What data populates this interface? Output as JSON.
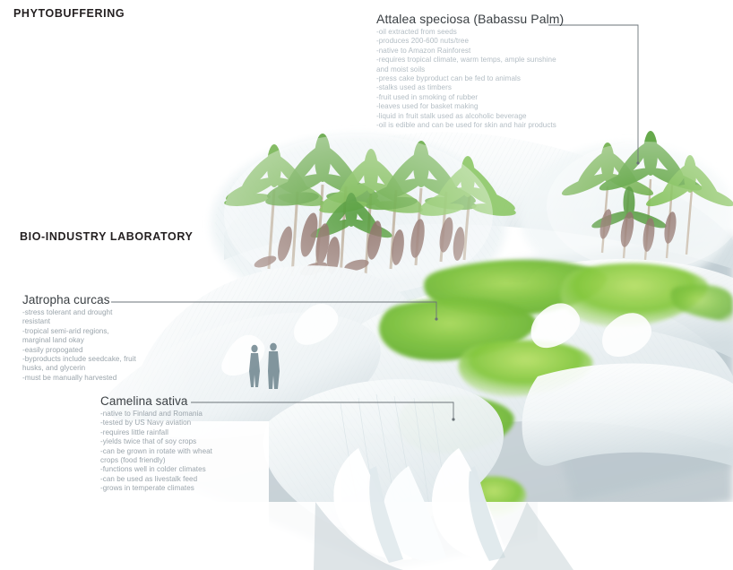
{
  "document": {
    "header_title": "PHYTOBUFFERING",
    "project_label": "BIO-INDUSTRY LABORATORY"
  },
  "callouts": [
    {
      "id": "attalea",
      "species": "Attalea speciosa (Babassu Palm)",
      "facts": [
        "-oil extracted from seeds",
        "-produces 200-600 nuts/tree",
        "-native to Amazon Rainforest",
        "-requires tropical climate, warm temps, ample sunshine",
        "and moist soils",
        "-press cake byproduct can be fed to animals",
        "-stalks used as timbers",
        "-fruit used in smoking of rubber",
        "-leaves used for basket making",
        "-liquid in fruit stalk used as alcoholic beverage",
        "-oil is edible and can be used for skin and hair products"
      ]
    },
    {
      "id": "jatropha",
      "species": "Jatropha curcas",
      "facts": [
        "-stress tolerant and drought",
        "resistant",
        "-tropical semi-arid regions,",
        "marginal land okay",
        "-easily propogated",
        "-byproducts include seedcake, fruit",
        "husks, and glycerin",
        "-must be manually harvested"
      ]
    },
    {
      "id": "camelina",
      "species": "Camelina sativa",
      "facts": [
        "-native to Finland and Romania",
        "-tested by US Navy aviation",
        "-requires little rainfall",
        "-yields twice that of soy crops",
        "-can be grown in rotate with wheat",
        "crops (food friendly)",
        "-functions well in colder climates",
        "-can be used as livestalk feed",
        "-grows in temperate climates"
      ]
    }
  ],
  "scene": {
    "description": "aerial-render-of-white-tensile-membrane-canopy-landscape",
    "elements": [
      "palm-grove-center",
      "palm-grove-right",
      "crop-field-patches",
      "human-figures-pair",
      "membrane-cones"
    ]
  },
  "colors": {
    "ink": "#231f20",
    "species_name": "#3b4044",
    "fact_text": "#9aa4ab",
    "fact_text_light": "#b3bdc4",
    "leader_line": "#6b7378",
    "crop_green": "#7ec23f",
    "crop_green_light": "#a8d95c",
    "crop_green_dark": "#4e9b2e",
    "palm_frond": "#6fae4a",
    "palm_frond_dark": "#3f7d32",
    "palm_trunk": "#b9a892",
    "fruit_cluster": "#8b6b63",
    "membrane_white": "#ffffff",
    "membrane_shade": "#dfe7ea",
    "membrane_shade_deep": "#c3ced4",
    "ground_plane": "#b9c6cc",
    "figure_silhouette": "#6e858e"
  }
}
